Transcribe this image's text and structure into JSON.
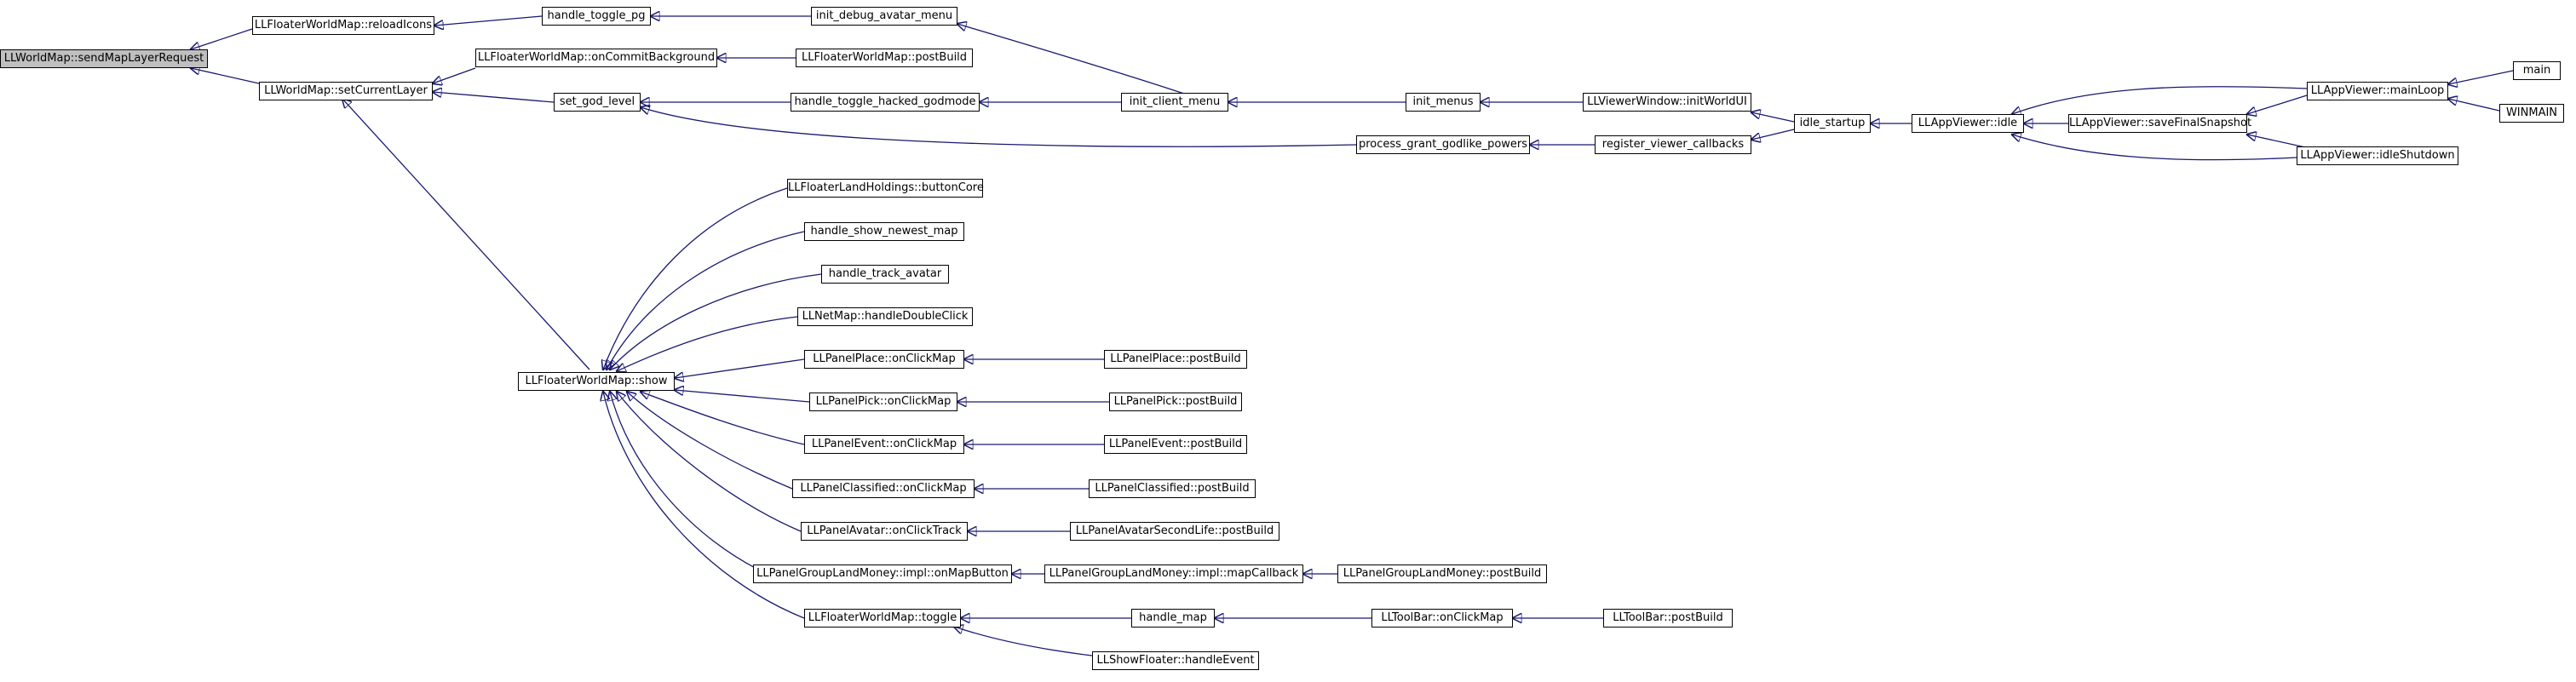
{
  "colors": {
    "edge": "#191970",
    "node_border": "#000000",
    "root_fill": "#bfbfbf",
    "node_fill": "#ffffff"
  },
  "nodes": {
    "sendMapLayerRequest": "LLWorldMap::sendMapLayerRequest",
    "reloadIcons": "LLFloaterWorldMap::reloadIcons",
    "setCurrentLayer": "LLWorldMap::setCurrentLayer",
    "handle_toggle_pg": "handle_toggle_pg",
    "onCommitBackground": "LLFloaterWorldMap::onCommitBackground",
    "set_god_level": "set_god_level",
    "worldmap_show": "LLFloaterWorldMap::show",
    "init_debug_avatar_menu": "init_debug_avatar_menu",
    "worldmap_postBuild": "LLFloaterWorldMap::postBuild",
    "handle_toggle_hacked_godmode": "handle_toggle_hacked_godmode",
    "init_client_menu": "init_client_menu",
    "init_menus": "init_menus",
    "initWorldUI": "LLViewerWindow::initWorldUI",
    "process_grant_godlike_powers": "process_grant_godlike_powers",
    "register_viewer_callbacks": "register_viewer_callbacks",
    "idle_startup": "idle_startup",
    "appviewer_idle": "LLAppViewer::idle",
    "saveFinalSnapshot": "LLAppViewer::saveFinalSnapshot",
    "mainLoop": "LLAppViewer::mainLoop",
    "idleShutdown": "LLAppViewer::idleShutdown",
    "main": "main",
    "winmain": "WINMAIN",
    "buttonCore": "LLFloaterLandHoldings::buttonCore",
    "handle_show_newest_map": "handle_show_newest_map",
    "handle_track_avatar": "handle_track_avatar",
    "netmap_dblclick": "LLNetMap::handleDoubleClick",
    "place_onClickMap": "LLPanelPlace::onClickMap",
    "place_postBuild": "LLPanelPlace::postBuild",
    "pick_onClickMap": "LLPanelPick::onClickMap",
    "pick_postBuild": "LLPanelPick::postBuild",
    "event_onClickMap": "LLPanelEvent::onClickMap",
    "event_postBuild": "LLPanelEvent::postBuild",
    "classified_onClickMap": "LLPanelClassified::onClickMap",
    "classified_postBuild": "LLPanelClassified::postBuild",
    "avatar_onClickTrack": "LLPanelAvatar::onClickTrack",
    "avatarSL_postBuild": "LLPanelAvatarSecondLife::postBuild",
    "glm_onMapButton": "LLPanelGroupLandMoney::impl::onMapButton",
    "glm_mapCallback": "LLPanelGroupLandMoney::impl::mapCallback",
    "glm_postBuild": "LLPanelGroupLandMoney::postBuild",
    "worldmap_toggle": "LLFloaterWorldMap::toggle",
    "handle_map": "handle_map",
    "toolbar_onClickMap": "LLToolBar::onClickMap",
    "toolbar_postBuild": "LLToolBar::postBuild",
    "showfloater_handleEvent": "LLShowFloater::handleEvent"
  }
}
